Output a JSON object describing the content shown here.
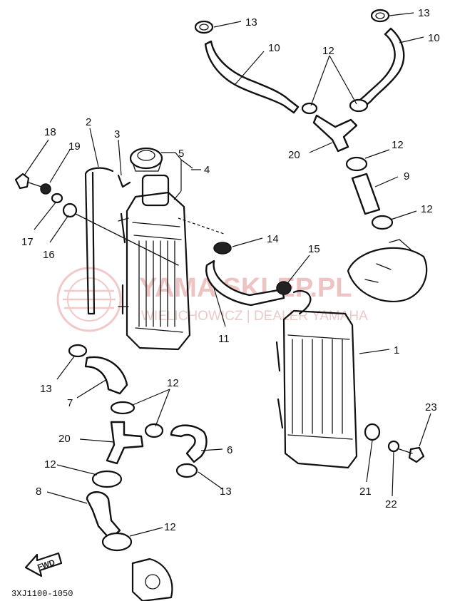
{
  "watermark": {
    "brand": "YAMA SKLEP.PL",
    "subtitle": "WIELICHOWICZ | DEALER YAMAHA",
    "color": "#e59a9a"
  },
  "diagram_code": "3XJ1100-1050",
  "direction_label": "FWD",
  "callouts": [
    {
      "id": "c13a",
      "text": "13"
    },
    {
      "id": "c13b",
      "text": "13"
    },
    {
      "id": "c10a",
      "text": "10"
    },
    {
      "id": "c10b",
      "text": "10"
    },
    {
      "id": "c12a",
      "text": "12"
    },
    {
      "id": "c12b",
      "text": "12"
    },
    {
      "id": "c12c",
      "text": "12"
    },
    {
      "id": "c20a",
      "text": "20"
    },
    {
      "id": "c9",
      "text": "9"
    },
    {
      "id": "c18",
      "text": "18"
    },
    {
      "id": "c2",
      "text": "2"
    },
    {
      "id": "c3",
      "text": "3"
    },
    {
      "id": "c19",
      "text": "19"
    },
    {
      "id": "c5",
      "text": "5"
    },
    {
      "id": "c4",
      "text": "4"
    },
    {
      "id": "c17",
      "text": "17"
    },
    {
      "id": "c16",
      "text": "16"
    },
    {
      "id": "c14",
      "text": "14"
    },
    {
      "id": "c15",
      "text": "15"
    },
    {
      "id": "c11",
      "text": "11"
    },
    {
      "id": "c1",
      "text": "1"
    },
    {
      "id": "c13c",
      "text": "13"
    },
    {
      "id": "c7",
      "text": "7"
    },
    {
      "id": "c12d",
      "text": "12"
    },
    {
      "id": "c20b",
      "text": "20"
    },
    {
      "id": "c6",
      "text": "6"
    },
    {
      "id": "c12e",
      "text": "12"
    },
    {
      "id": "c13d",
      "text": "13"
    },
    {
      "id": "c8",
      "text": "8"
    },
    {
      "id": "c12f",
      "text": "12"
    },
    {
      "id": "c23",
      "text": "23"
    },
    {
      "id": "c21",
      "text": "21"
    },
    {
      "id": "c22",
      "text": "22"
    }
  ]
}
